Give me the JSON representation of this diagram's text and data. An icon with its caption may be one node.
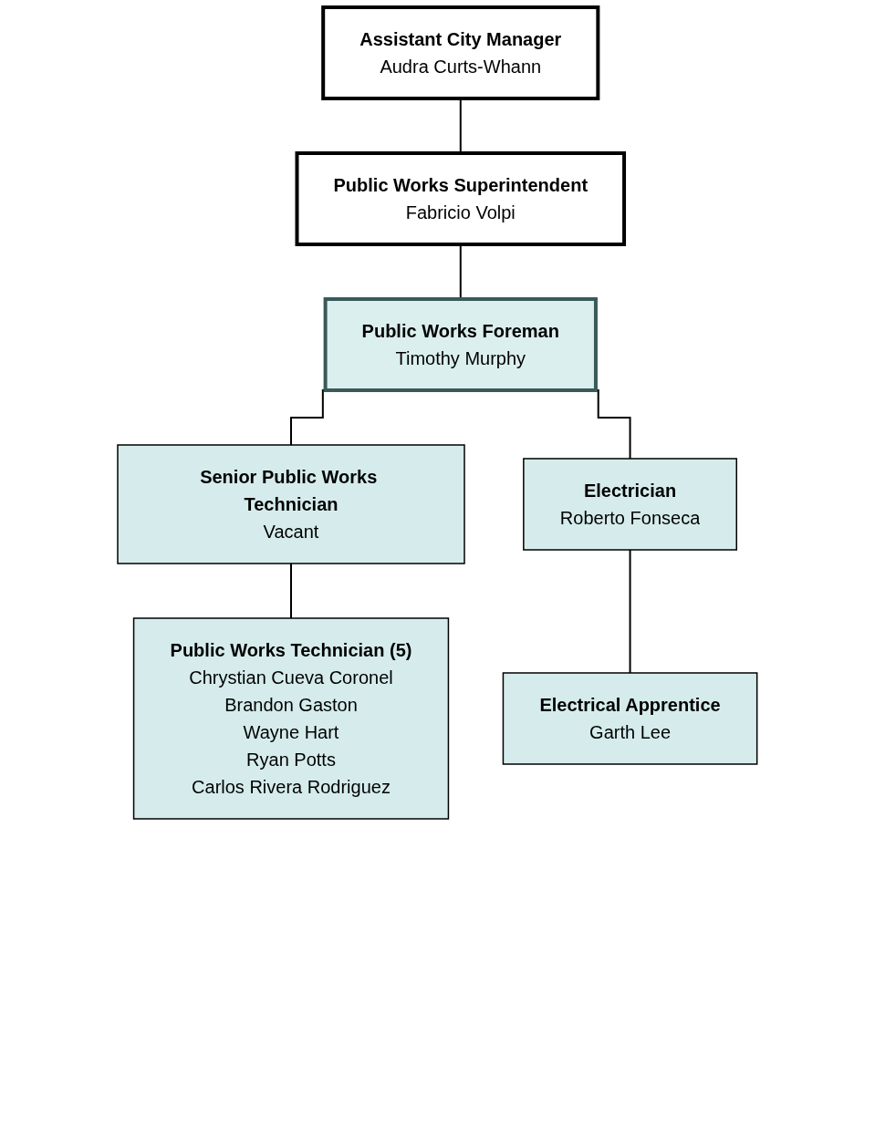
{
  "diagram": {
    "nodes": [
      {
        "text": [
          "Assistant City Manager",
          "Audra Curts-Whann"
        ]
      },
      {
        "text": [
          "Public Works Superintendent",
          "Fabricio Volpi"
        ]
      },
      {
        "text": [
          "Public Works Foreman",
          "Timothy Murphy"
        ]
      },
      {
        "text": [
          "Senior Public Works Technician",
          "Vacant"
        ]
      },
      {
        "text": [
          "Electrician",
          "Roberto Fonseca"
        ]
      },
      {
        "text": [
          "Public Works Technician (5)",
          "Chrystian Cueva Coronel",
          "Brandon Gaston",
          "Wayne Hart",
          "Ryan Potts",
          "Carlos Rivera Rodriguez"
        ]
      },
      {
        "text": [
          "Electrical Apprentice",
          "Garth Lee"
        ]
      }
    ],
    "edges": [
      {
        "from": 0,
        "to": 1,
        "arrow": "none"
      },
      {
        "from": 1,
        "to": 2,
        "arrow": "none"
      },
      {
        "from": 2,
        "to": 3,
        "arrow": "none"
      },
      {
        "from": 2,
        "to": 4,
        "arrow": "none"
      },
      {
        "from": 3,
        "to": 5,
        "arrow": "none"
      },
      {
        "from": 4,
        "to": 6,
        "arrow": "none"
      }
    ]
  }
}
